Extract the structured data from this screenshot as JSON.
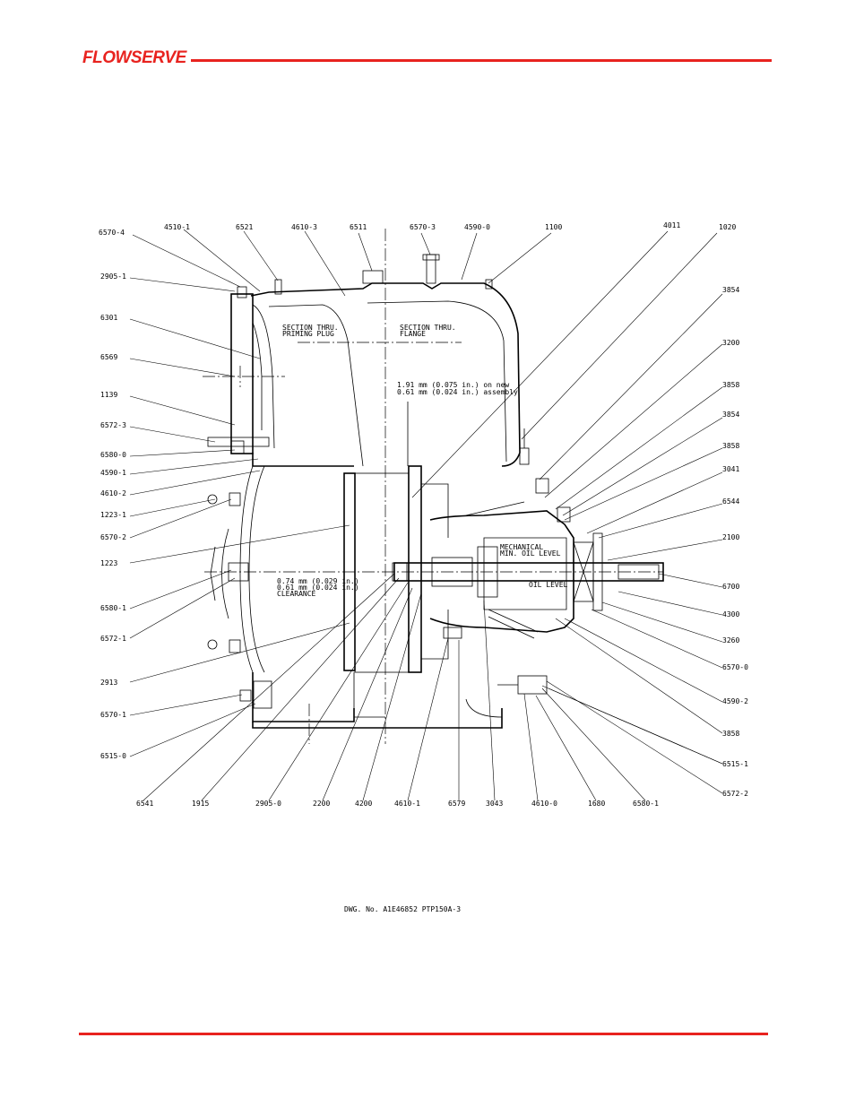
{
  "header": {
    "logo_text": "FLOWSERVE"
  },
  "brand_color": "#e8231f",
  "drawing": {
    "notes": {
      "section_priming_1": "SECTION THRU.",
      "section_priming_2": "PRIMING PLUG",
      "section_flange_1": "SECTION THRU.",
      "section_flange_2": "FLANGE",
      "clearance_top_1": "1.91 mm (0.075 in.) on new",
      "clearance_top_2": "0.61 mm (0.024 in.) assembly",
      "clearance_mid_1": "0.74 mm (0.029 in.)",
      "clearance_mid_2": "0.61 mm (0.024 in.)",
      "clearance_mid_3": "CLEARANCE",
      "mech_1": "MECHANICAL",
      "mech_2": "MIN. OIL LEVEL",
      "oil_level": "OIL LEVEL"
    },
    "callouts": [
      {
        "id": "c01",
        "label": "6570-4"
      },
      {
        "id": "c02",
        "label": "4510-1"
      },
      {
        "id": "c03",
        "label": "6521"
      },
      {
        "id": "c04",
        "label": "4610-3"
      },
      {
        "id": "c05",
        "label": "6511"
      },
      {
        "id": "c06",
        "label": "6570-3"
      },
      {
        "id": "c07",
        "label": "4590-0"
      },
      {
        "id": "c08",
        "label": "1100"
      },
      {
        "id": "c09",
        "label": "4011"
      },
      {
        "id": "c10",
        "label": "1020"
      },
      {
        "id": "c11",
        "label": "2905-1"
      },
      {
        "id": "c12",
        "label": "3854"
      },
      {
        "id": "c13",
        "label": "6301"
      },
      {
        "id": "c14",
        "label": "3200"
      },
      {
        "id": "c15",
        "label": "6569"
      },
      {
        "id": "c16",
        "label": "3858"
      },
      {
        "id": "c17",
        "label": "1139"
      },
      {
        "id": "c18",
        "label": "3854"
      },
      {
        "id": "c19",
        "label": "6572-3"
      },
      {
        "id": "c20",
        "label": "3858"
      },
      {
        "id": "c21",
        "label": "6580-0"
      },
      {
        "id": "c22",
        "label": "4590-1"
      },
      {
        "id": "c23",
        "label": "3041"
      },
      {
        "id": "c24",
        "label": "4610-2"
      },
      {
        "id": "c25",
        "label": "6544"
      },
      {
        "id": "c26",
        "label": "1223-1"
      },
      {
        "id": "c27",
        "label": "6570-2"
      },
      {
        "id": "c28",
        "label": "2100"
      },
      {
        "id": "c29",
        "label": "1223"
      },
      {
        "id": "c30",
        "label": "6700"
      },
      {
        "id": "c31",
        "label": "6580-1"
      },
      {
        "id": "c32",
        "label": "4300"
      },
      {
        "id": "c33",
        "label": "6572-1"
      },
      {
        "id": "c34",
        "label": "3260"
      },
      {
        "id": "c35",
        "label": "6570-0"
      },
      {
        "id": "c36",
        "label": "2913"
      },
      {
        "id": "c37",
        "label": "4590-2"
      },
      {
        "id": "c38",
        "label": "6570-1"
      },
      {
        "id": "c39",
        "label": "3858"
      },
      {
        "id": "c40",
        "label": "6515-0"
      },
      {
        "id": "c41",
        "label": "6515-1"
      },
      {
        "id": "c42",
        "label": "6572-2"
      },
      {
        "id": "c43",
        "label": "6541"
      },
      {
        "id": "c44",
        "label": "1915"
      },
      {
        "id": "c45",
        "label": "2905-0"
      },
      {
        "id": "c46",
        "label": "2200"
      },
      {
        "id": "c47",
        "label": "4200"
      },
      {
        "id": "c48",
        "label": "4610-1"
      },
      {
        "id": "c49",
        "label": "6579"
      },
      {
        "id": "c50",
        "label": "3043"
      },
      {
        "id": "c51",
        "label": "4610-0"
      },
      {
        "id": "c52",
        "label": "1680"
      },
      {
        "id": "c53",
        "label": "6580-1"
      }
    ],
    "dwg_number": "DWG. No. A1E46852    PTP150A-3"
  }
}
